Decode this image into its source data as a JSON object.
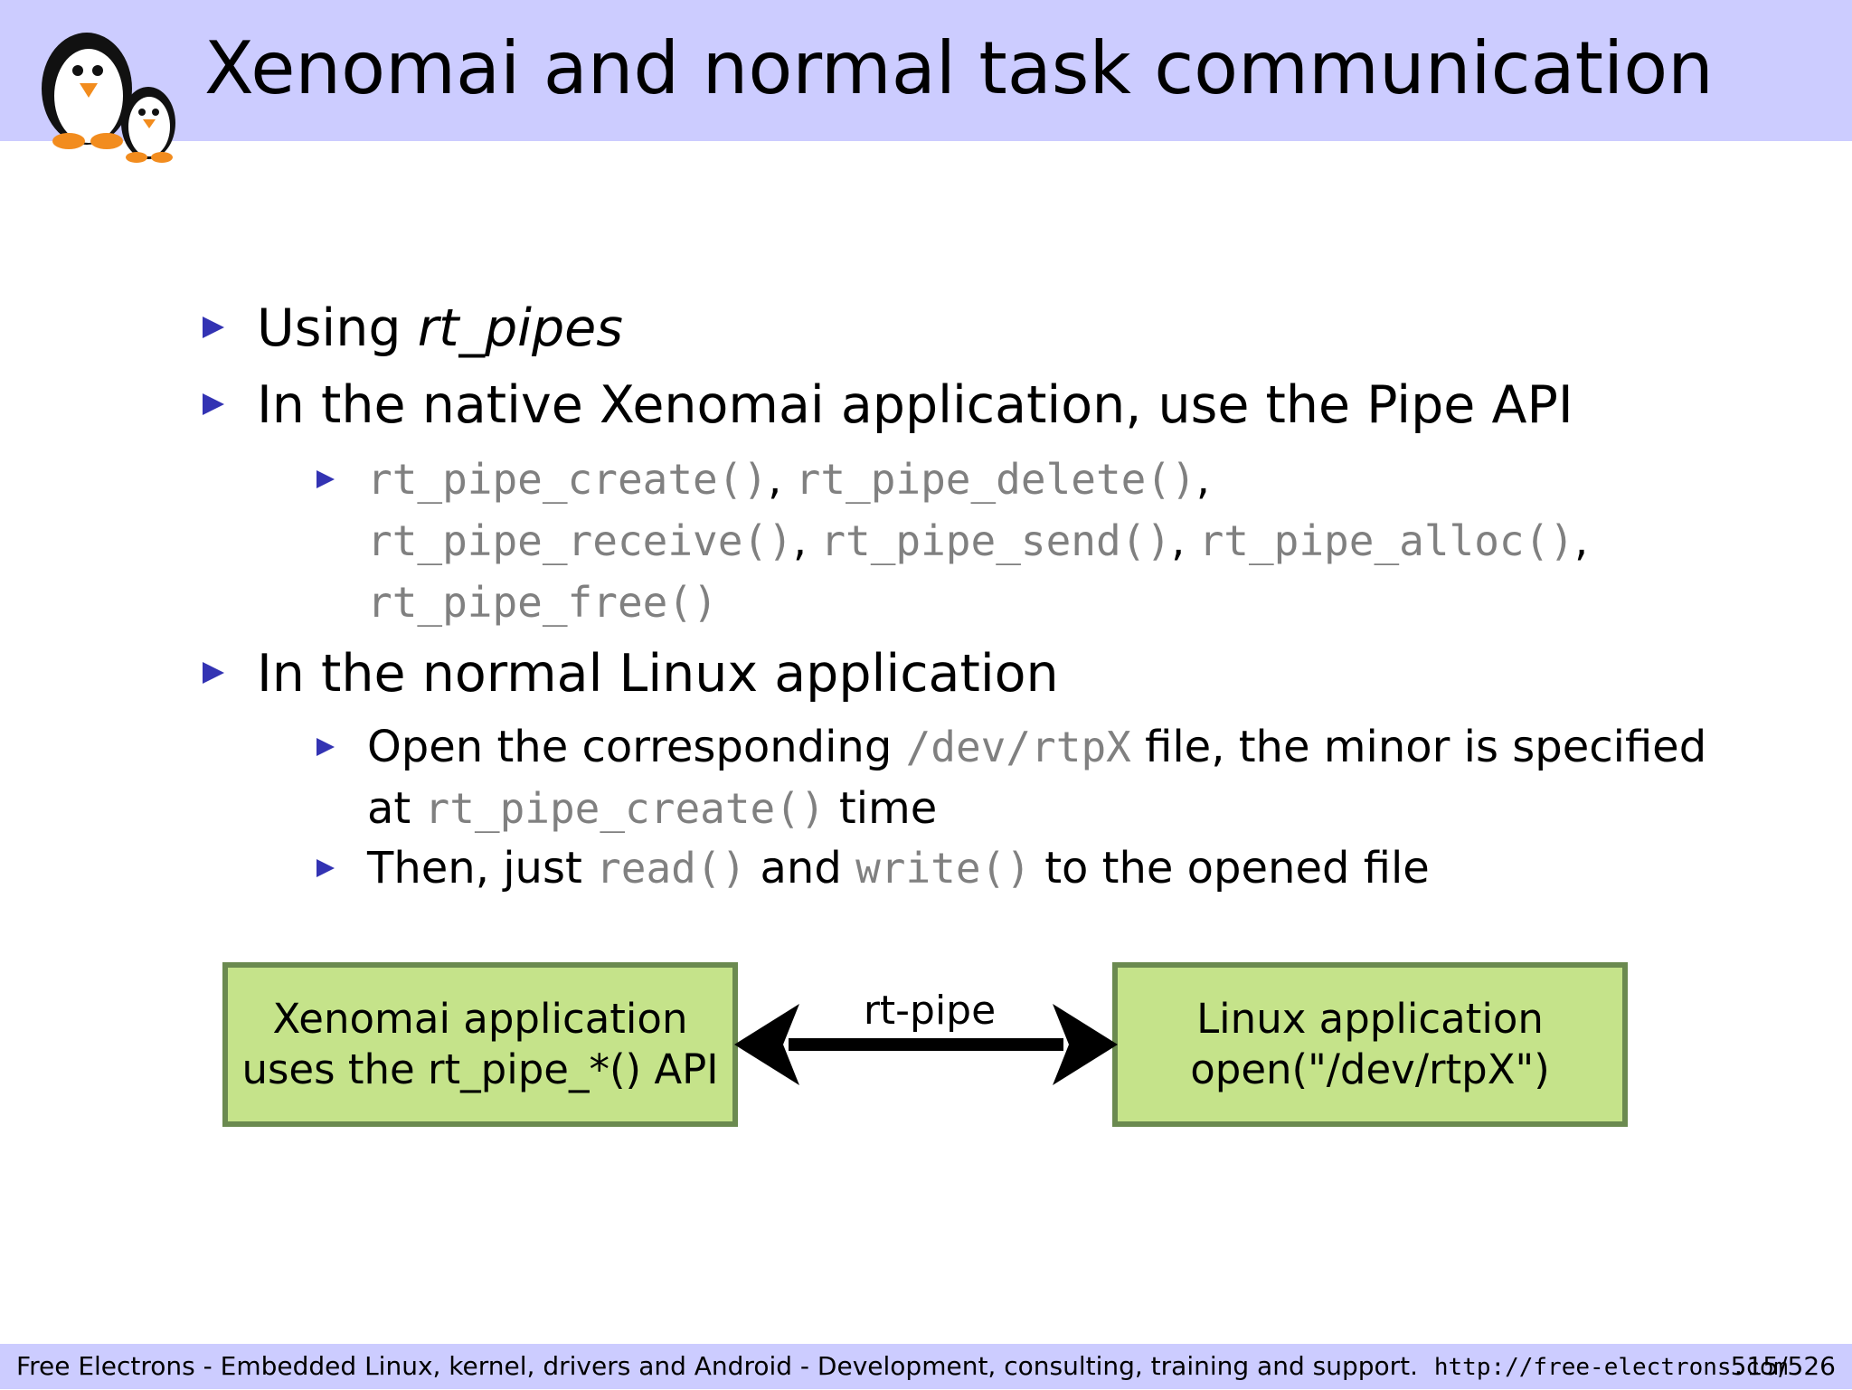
{
  "header": {
    "title": "Xenomai and normal task communication"
  },
  "bullets": {
    "b1": {
      "prefix": "Using ",
      "emph": "rt_pipes"
    },
    "b2": {
      "text": "In the native Xenomai application, use the Pipe API"
    },
    "b2_sub": {
      "line1_f1": "rt_pipe_create()",
      "sep1": ", ",
      "line1_f2": "rt_pipe_delete()",
      "sep2": ",",
      "line2_f1": "rt_pipe_receive()",
      "sep3": ", ",
      "line2_f2": "rt_pipe_send()",
      "sep4": ", ",
      "line2_f3": "rt_pipe_alloc()",
      "sep5": ",",
      "line3_f1": "rt_pipe_free()"
    },
    "b3": {
      "text": "In the normal Linux application"
    },
    "b3_sub1": {
      "pre": "Open the corresponding ",
      "code": "/dev/rtpX",
      "post": " file, the minor is specified",
      "pre2": "at ",
      "code2": "rt_pipe_create()",
      "post2": " time"
    },
    "b3_sub2": {
      "pre": "Then, just ",
      "code1": "read()",
      "mid": " and ",
      "code2": "write()",
      "post": " to the opened file"
    }
  },
  "diagram": {
    "left_box": {
      "line1": "Xenomai application",
      "line2": "uses the rt_pipe_*() API"
    },
    "right_box": {
      "line1": "Linux application",
      "line2": "open(\"/dev/rtpX\")"
    },
    "connector_label": "rt-pipe"
  },
  "footer": {
    "text": "Free Electrons - Embedded Linux, kernel, drivers and Android - Development, consulting, training and support.",
    "url": "http://free-electrons.com",
    "page": "515/526"
  },
  "colors": {
    "header_bg": "#ccccff",
    "bullet": "#3333b3",
    "code": "#808080",
    "box_fill": "#c5e38a",
    "box_border": "#6b8a50"
  }
}
